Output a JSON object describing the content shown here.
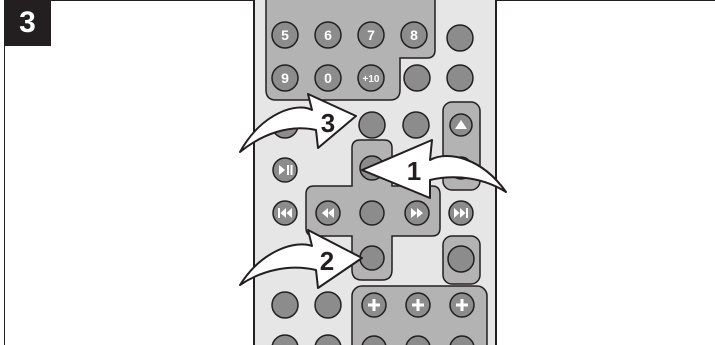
{
  "step": {
    "number": "3"
  },
  "remote": {
    "number_buttons": [
      "5",
      "6",
      "7",
      "8",
      "9",
      "0",
      "+10"
    ],
    "play_pause_icon": "play-pause-icon",
    "prev_icon": "skip-previous-icon",
    "rewind_icon": "rewind-icon",
    "fast_forward_icon": "fast-forward-icon",
    "next_icon": "skip-next-icon",
    "up_icon": "up-arrow-icon",
    "plus_icon": "plus-icon"
  },
  "callouts": [
    {
      "label": "1"
    },
    {
      "label": "2"
    },
    {
      "label": "3"
    }
  ],
  "colors": {
    "remote_body": "#e6e6e6",
    "panel": "#b3b3b3",
    "button": "#8c8c8c",
    "outline": "#231f20",
    "badge": "#231f20"
  }
}
